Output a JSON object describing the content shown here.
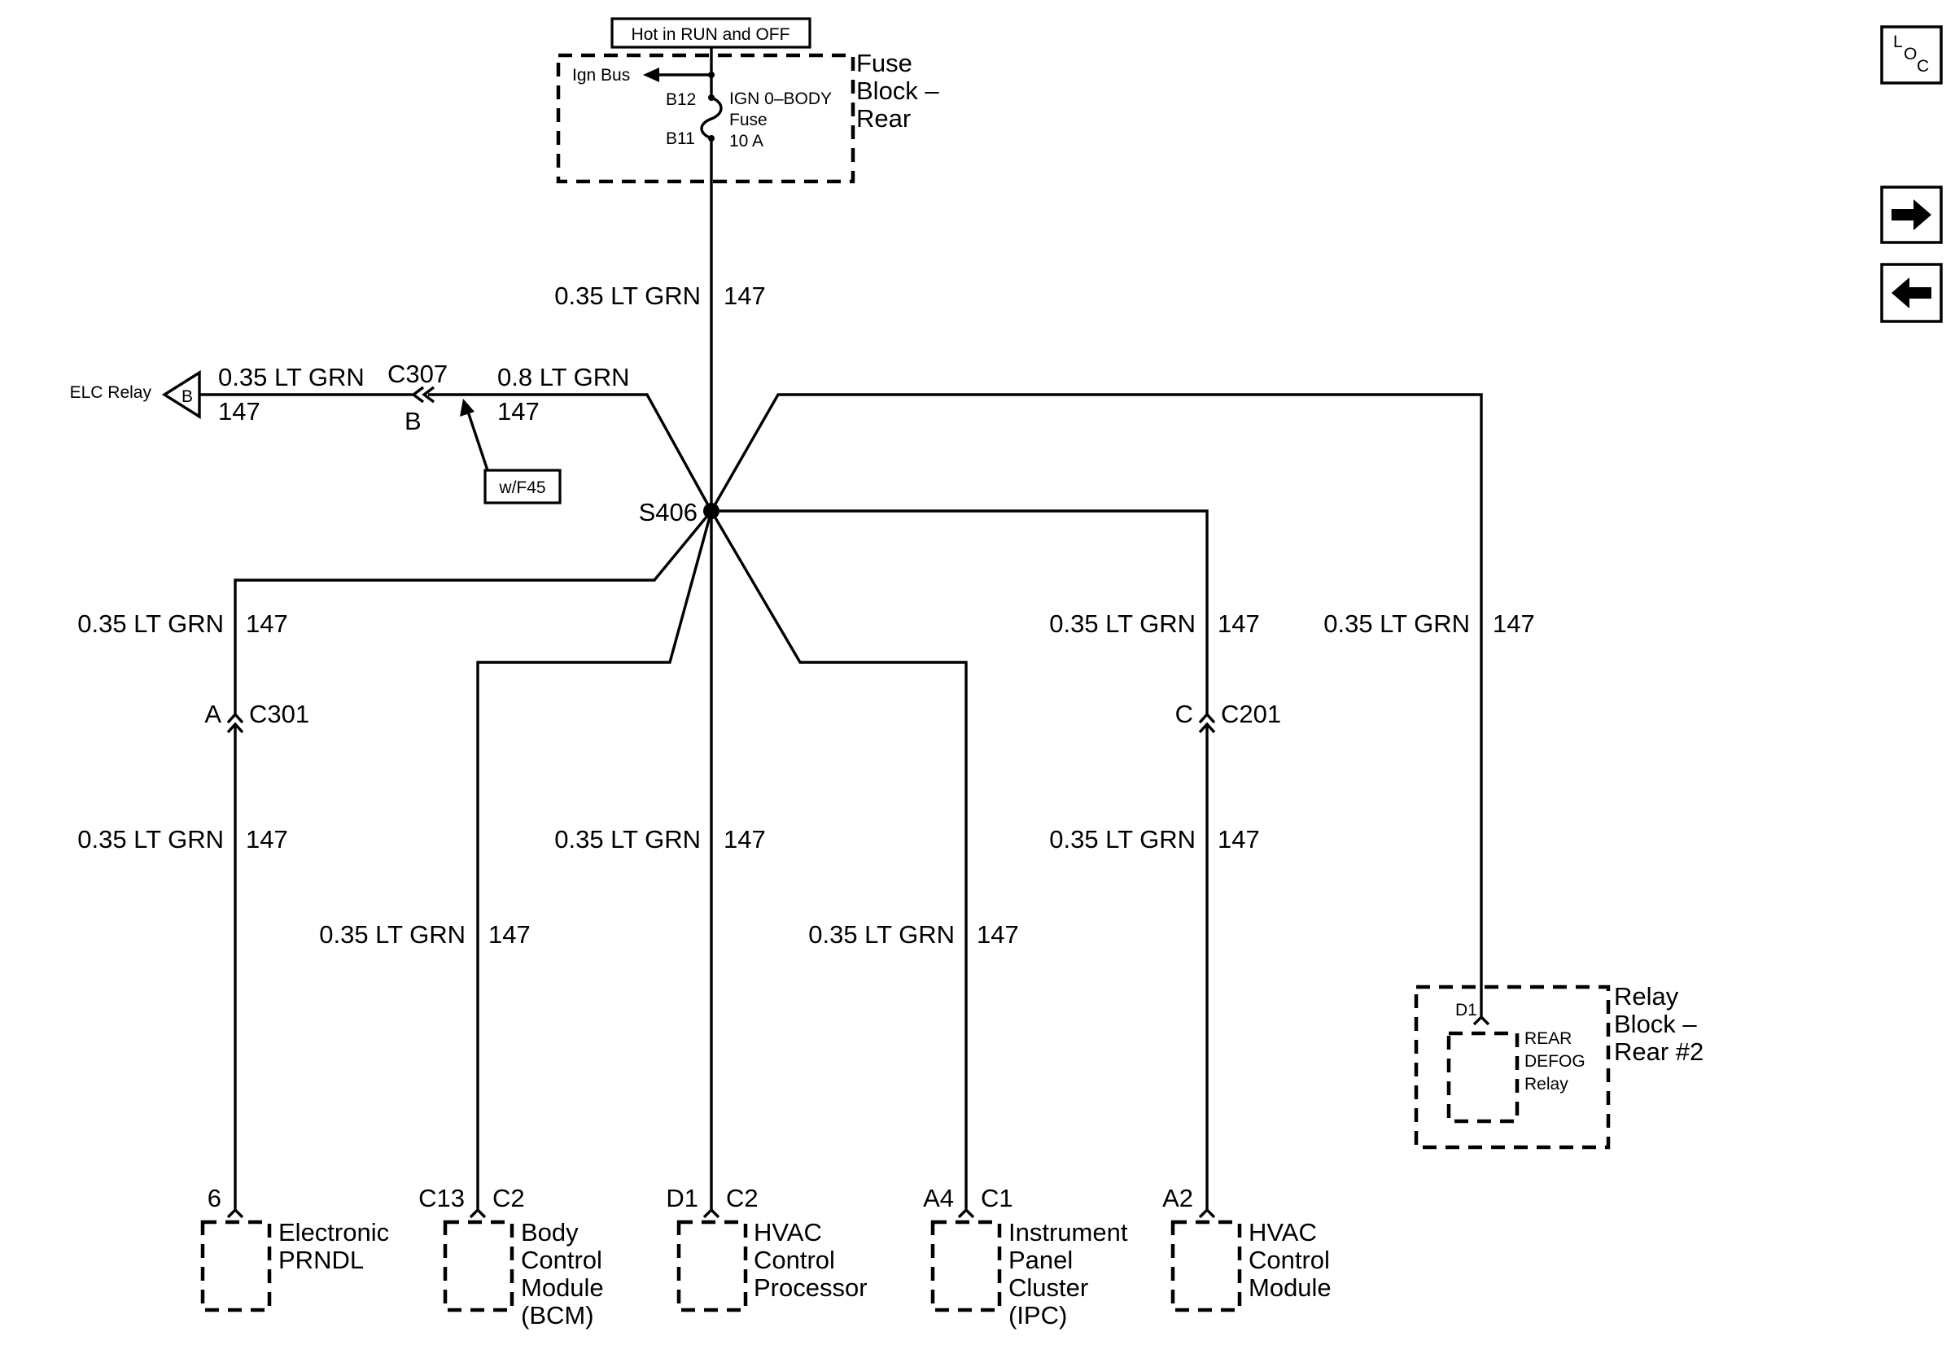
{
  "nav": {
    "loc_top": "L",
    "loc_mid": "O",
    "loc_bot": "C",
    "forward_icon": "right-arrow-icon",
    "back_icon": "left-arrow-icon"
  },
  "power": {
    "hot_label": "Hot in RUN and OFF"
  },
  "fuse_block": {
    "name": [
      "Fuse",
      "Block –",
      "Rear"
    ],
    "ign_bus": "Ign Bus",
    "pin_top": "B12",
    "pin_bottom": "B11",
    "fuse_label": [
      "IGN 0–BODY",
      "Fuse",
      "10 A"
    ]
  },
  "main_feed": {
    "gauge": "0.35 LT GRN",
    "circuit": "147"
  },
  "splice": "S406",
  "elc_branch": {
    "target": "ELC Relay",
    "target_pin": "B",
    "gauge_left": "0.35 LT GRN",
    "circuit_left": "147",
    "connector": "C307",
    "connector_pin": "B",
    "gauge_right": "0.8 LT GRN",
    "circuit_right": "147",
    "option_tag": "w/F45"
  },
  "branches": {
    "prndl": {
      "upper_gauge": "0.35 LT GRN",
      "upper_circuit": "147",
      "conn_pin": "A",
      "connector": "C301",
      "lower_gauge": "0.35 LT GRN",
      "lower_circuit": "147",
      "pin": "6",
      "pin_conn": "",
      "name": [
        "Electronic",
        "PRNDL"
      ]
    },
    "bcm": {
      "gauge": "0.35 LT GRN",
      "circuit": "147",
      "pin": "C13",
      "pin_conn": "C2",
      "name": [
        "Body",
        "Control",
        "Module",
        "(BCM)"
      ]
    },
    "hvac_proc": {
      "gauge": "0.35 LT GRN",
      "circuit": "147",
      "pin": "D1",
      "pin_conn": "C2",
      "name": [
        "HVAC",
        "Control",
        "Processor"
      ]
    },
    "ipc": {
      "gauge": "0.35 LT GRN",
      "circuit": "147",
      "pin": "A4",
      "pin_conn": "C1",
      "name": [
        "Instrument",
        "Panel",
        "Cluster",
        "(IPC)"
      ]
    },
    "hvac_mod": {
      "upper_gauge": "0.35 LT GRN",
      "upper_circuit": "147",
      "conn_pin": "C",
      "connector": "C201",
      "lower_gauge": "0.35 LT GRN",
      "lower_circuit": "147",
      "pin": "A2",
      "pin_conn": "",
      "name": [
        "HVAC",
        "Control",
        "Module"
      ]
    },
    "defog": {
      "gauge": "0.35 LT GRN",
      "circuit": "147",
      "pin": "D1",
      "relay_name": [
        "REAR",
        "DEFOG",
        "Relay"
      ],
      "block_name": [
        "Relay",
        "Block –",
        "Rear #2"
      ]
    }
  }
}
